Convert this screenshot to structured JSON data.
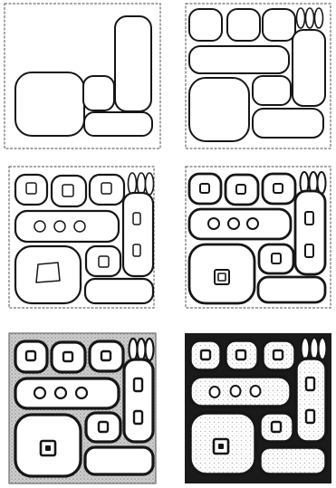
{
  "figure": {
    "panels": [
      {
        "id": "panel-1",
        "stage": 1
      },
      {
        "id": "panel-2",
        "stage": 2
      },
      {
        "id": "panel-3",
        "stage": 3
      },
      {
        "id": "panel-4",
        "stage": 4
      },
      {
        "id": "panel-5",
        "stage": 5
      },
      {
        "id": "panel-6",
        "stage": 6
      }
    ],
    "colors": {
      "stroke": "#161616",
      "paper": "#ffffff",
      "frame": "#6f6f6f",
      "stipple": "#8a8a8a",
      "dark_fill": "#1a1a1a"
    }
  }
}
